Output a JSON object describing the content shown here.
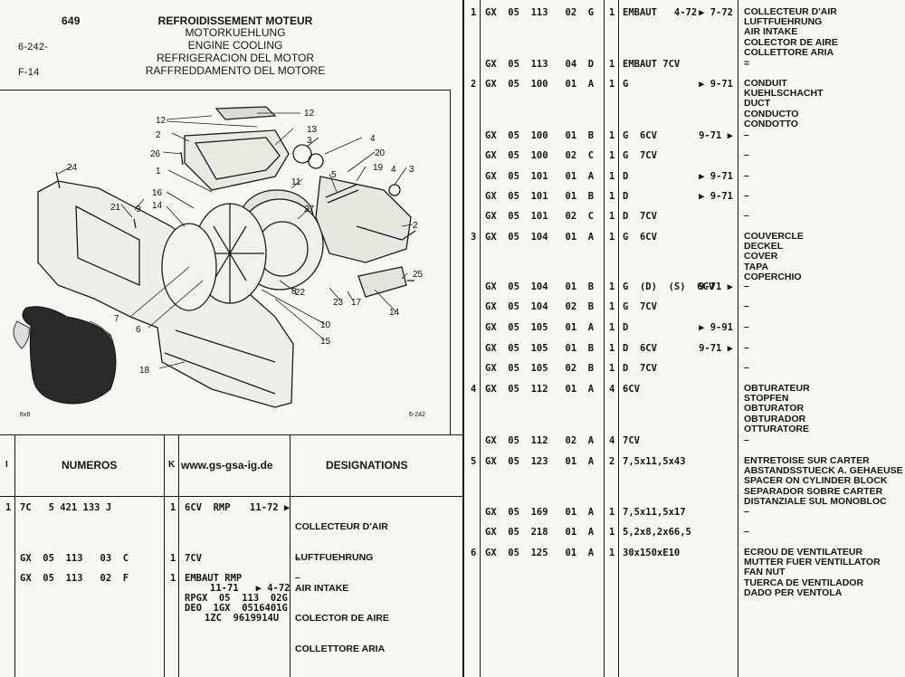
{
  "header": {
    "page_number": "649",
    "ref_code": "6-242-",
    "fig_code": "F-14",
    "titles": [
      "REFROIDISSEMENT MOTEUR",
      "MOTORKUEHLUNG",
      "ENGINE COOLING",
      "REFRIGERACION DEL MOTOR",
      "RAFFREDDAMENTO DEL MOTORE"
    ]
  },
  "diagram": {
    "callouts": [
      "12",
      "12",
      "2",
      "13",
      "3",
      "4",
      "26",
      "1",
      "20",
      "19",
      "4",
      "3",
      "24",
      "11",
      "5",
      "16",
      "27",
      "2",
      "21",
      "9",
      "14",
      "8",
      "25",
      "22",
      "23",
      "17",
      "14",
      "7",
      "10",
      "6",
      "15",
      "18"
    ],
    "footer_left": "6x9",
    "footer_right": "6-242"
  },
  "table_header": {
    "col_i": "I",
    "col_numeros": "NUMEROS",
    "col_k": "K",
    "website": "www.gs-gsa-ig.de",
    "col_designations": "DESIGNATIONS"
  },
  "left_rows": [
    {
      "i": "1",
      "num": "7C   5 421 133 J",
      "k": "1",
      "ref": "6CV  RMP",
      "date": "11-72 ▶",
      "desc": [
        "COLLECTEUR D'AIR",
        "LUFTFUEHRUNG",
        "AIR INTAKE",
        "COLECTOR DE AIRE",
        "COLLETTORE ARIA"
      ]
    },
    {
      "i": "",
      "num": "GX  05  113   03  C",
      "k": "1",
      "ref": "7CV",
      "date": "",
      "desc": [
        "–"
      ]
    },
    {
      "i": "",
      "num": "GX  05  113   02  F",
      "k": "1",
      "ref": "EMBAUT RMP",
      "date": "",
      "desc": [
        "–"
      ],
      "extra": [
        "11-71   ▶ 4-72",
        "RPGX  05  113  02G",
        "DEO  1GX  0516401G",
        "1ZC  9619914U"
      ]
    }
  ],
  "right_rows": [
    {
      "i": "1",
      "num": "GX  05  113   02  G",
      "k": "1",
      "ref": "EMBAUT   4-72",
      "date": "▶ 7-72",
      "desc": [
        "COLLECTEUR D'AIR",
        "LUFTFUEHRUNG",
        "AIR INTAKE",
        "COLECTOR DE AIRE",
        "COLLETTORE ARIA"
      ]
    },
    {
      "i": "",
      "num": "GX  05  113   04  D",
      "k": "1",
      "ref": "EMBAUT 7CV",
      "date": "",
      "desc": [
        "="
      ]
    },
    {
      "i": "2",
      "num": "GX  05  100   01  A",
      "k": "1",
      "ref": "G",
      "date": "▶ 9-71",
      "desc": [
        "CONDUIT",
        "KUEHLSCHACHT",
        "DUCT",
        "CONDUCTO",
        "CONDOTTO"
      ]
    },
    {
      "i": "",
      "num": "GX  05  100   01  B",
      "k": "1",
      "ref": "G  6CV",
      "date": "9-71 ▶",
      "desc": [
        "–"
      ]
    },
    {
      "i": "",
      "num": "GX  05  100   02  C",
      "k": "1",
      "ref": "G  7CV",
      "date": "",
      "desc": [
        "–"
      ]
    },
    {
      "i": "",
      "num": "GX  05  101   01  A",
      "k": "1",
      "ref": "D",
      "date": "▶ 9-71",
      "desc": [
        "–"
      ]
    },
    {
      "i": "",
      "num": "GX  05  101   01  B",
      "k": "1",
      "ref": "D",
      "date": "▶ 9-71",
      "desc": [
        "–"
      ]
    },
    {
      "i": "",
      "num": "GX  05  101   02  C",
      "k": "1",
      "ref": "D  7CV",
      "date": "",
      "desc": [
        "–"
      ]
    },
    {
      "i": "3",
      "num": "GX  05  104   01  A",
      "k": "1",
      "ref": "G  6CV",
      "date": "",
      "desc": [
        "COUVERCLE",
        "DECKEL",
        "COVER",
        "TAPA",
        "COPERCHIO"
      ]
    },
    {
      "i": "",
      "num": "GX  05  104   01  B",
      "k": "1",
      "ref": "G  (D)  (S)  6CV",
      "date": "9-71 ▶",
      "desc": [
        "–"
      ]
    },
    {
      "i": "",
      "num": "GX  05  104   02  B",
      "k": "1",
      "ref": "G  7CV",
      "date": "",
      "desc": [
        "–"
      ]
    },
    {
      "i": "",
      "num": "GX  05  105   01  A",
      "k": "1",
      "ref": "D",
      "date": "▶ 9-91",
      "desc": [
        "–"
      ]
    },
    {
      "i": "",
      "num": "GX  05  105   01  B",
      "k": "1",
      "ref": "D  6CV",
      "date": "9-71 ▶",
      "desc": [
        "–"
      ]
    },
    {
      "i": "",
      "num": "GX  05  105   02  B",
      "k": "1",
      "ref": "D  7CV",
      "date": "",
      "desc": [
        "–"
      ]
    },
    {
      "i": "4",
      "num": "GX  05  112   01  A",
      "k": "4",
      "ref": "6CV",
      "date": "",
      "desc": [
        "OBTURATEUR",
        "STOPFEN",
        "OBTURATOR",
        "OBTURADOR",
        "OTTURATORE"
      ]
    },
    {
      "i": "",
      "num": "GX  05  112   02  A",
      "k": "4",
      "ref": "7CV",
      "date": "",
      "desc": [
        "–"
      ]
    },
    {
      "i": "5",
      "num": "GX  05  123   01  A",
      "k": "2",
      "ref": "7,5x11,5x43",
      "date": "",
      "desc": [
        "ENTRETOISE SUR CARTER",
        "ABSTANDSSTUECK A. GEHAEUSE",
        "SPACER ON CYLINDER BLOCK",
        "SEPARADOR SOBRE CARTER",
        "DISTANZIALE SUL MONOBLOC"
      ]
    },
    {
      "i": "",
      "num": "GX  05  169   01  A",
      "k": "1",
      "ref": "7,5x11,5x17",
      "date": "",
      "desc": [
        "–"
      ]
    },
    {
      "i": "",
      "num": "GX  05  218   01  A",
      "k": "1",
      "ref": "5,2x8,2x66,5",
      "date": "",
      "desc": [
        "–"
      ]
    },
    {
      "i": "6",
      "num": "GX  05  125   01  A",
      "k": "1",
      "ref": "30x150xE10",
      "date": "",
      "desc": [
        "ECROU DE VENTILATEUR",
        "MUTTER FUER VENTILLATOR",
        "FAN NUT",
        "TUERCA DE VENTILADOR",
        "DADO PER VENTOLA"
      ]
    }
  ]
}
